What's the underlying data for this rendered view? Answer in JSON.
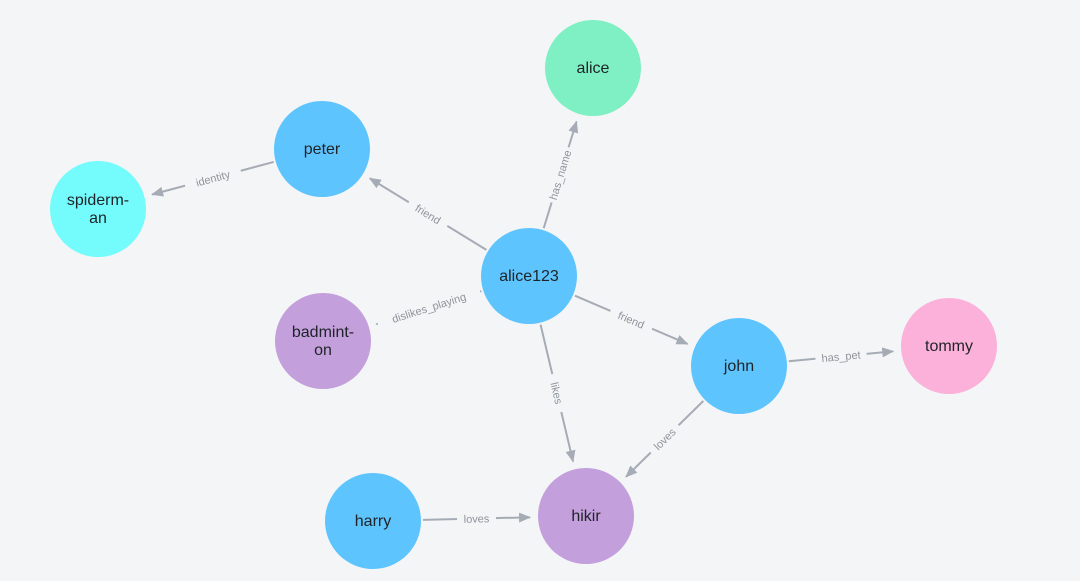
{
  "colors": {
    "background": "#f4f5f6",
    "person": "#5ec4fe",
    "name": "#7ff0c3",
    "identity": "#74fbfb",
    "activity": "#c39fdc",
    "pet": "#fbb1d9",
    "edge": "#a6acb6",
    "edge_label": "#8e949c"
  },
  "nodes": {
    "alice123": {
      "lines": [
        "alice123"
      ],
      "kind": "person"
    },
    "alice": {
      "lines": [
        "alice"
      ],
      "kind": "name"
    },
    "peter": {
      "lines": [
        "peter"
      ],
      "kind": "person"
    },
    "spiderman": {
      "lines": [
        "spiderm-",
        "an"
      ],
      "kind": "identity"
    },
    "badminton": {
      "lines": [
        "badmint-",
        "on"
      ],
      "kind": "activity"
    },
    "john": {
      "lines": [
        "john"
      ],
      "kind": "person"
    },
    "tommy": {
      "lines": [
        "tommy"
      ],
      "kind": "pet"
    },
    "harry": {
      "lines": [
        "harry"
      ],
      "kind": "person"
    },
    "hiking": {
      "lines": [
        "hikir"
      ],
      "kind": "activity"
    }
  },
  "edges": [
    {
      "id": "alice123-alice",
      "from": "alice123",
      "to": "alice",
      "label": "has_name"
    },
    {
      "id": "alice123-peter",
      "from": "alice123",
      "to": "peter",
      "label": "friend"
    },
    {
      "id": "peter-spiderman",
      "from": "peter",
      "to": "spiderman",
      "label": "identity"
    },
    {
      "id": "alice123-badminton",
      "from": "alice123",
      "to": "badminton",
      "label": "dislikes_playing"
    },
    {
      "id": "alice123-john",
      "from": "alice123",
      "to": "john",
      "label": "friend"
    },
    {
      "id": "john-tommy",
      "from": "john",
      "to": "tommy",
      "label": "has_pet"
    },
    {
      "id": "alice123-hiking",
      "from": "alice123",
      "to": "hiking",
      "label": "likes"
    },
    {
      "id": "john-hiking",
      "from": "john",
      "to": "hiking",
      "label": "loves"
    },
    {
      "id": "harry-hiking",
      "from": "harry",
      "to": "hiking",
      "label": "loves"
    }
  ]
}
